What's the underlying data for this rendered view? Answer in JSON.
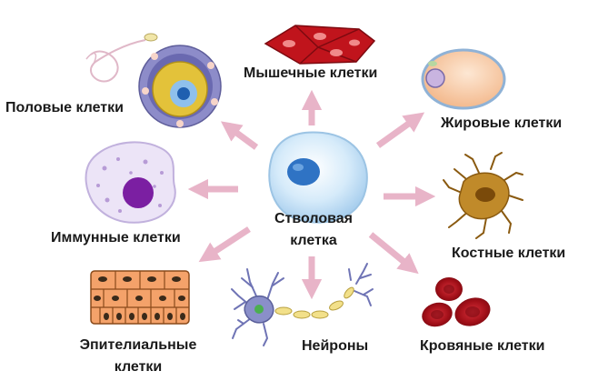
{
  "diagram": {
    "center": {
      "line1": "Стволовая",
      "line2": "клетка"
    },
    "targets": {
      "germ": "Половые клетки",
      "muscle": "Мышечные клетки",
      "fat": "Жировые клетки",
      "immune": "Иммунные клетки",
      "bone": "Костные клетки",
      "epithelial_line1": "Эпителиальные",
      "epithelial_line2": "клетки",
      "neurons": "Нейроны",
      "blood": "Кровяные клетки"
    }
  },
  "colors": {
    "arrow": "#e8b4c8",
    "stem_cell": "#cfe6f7",
    "stem_nucleus": "#2f73c4",
    "muscle": "#c0141c",
    "fat": "#f7c8a0",
    "immune": "#e8dff5",
    "immune_nucleus": "#7b1fa2",
    "bone": "#c08a2a",
    "blood": "#b3121b",
    "epithelial": "#f4a26a",
    "neuron": "#8a8fc9",
    "myelin": "#f2e08a"
  }
}
